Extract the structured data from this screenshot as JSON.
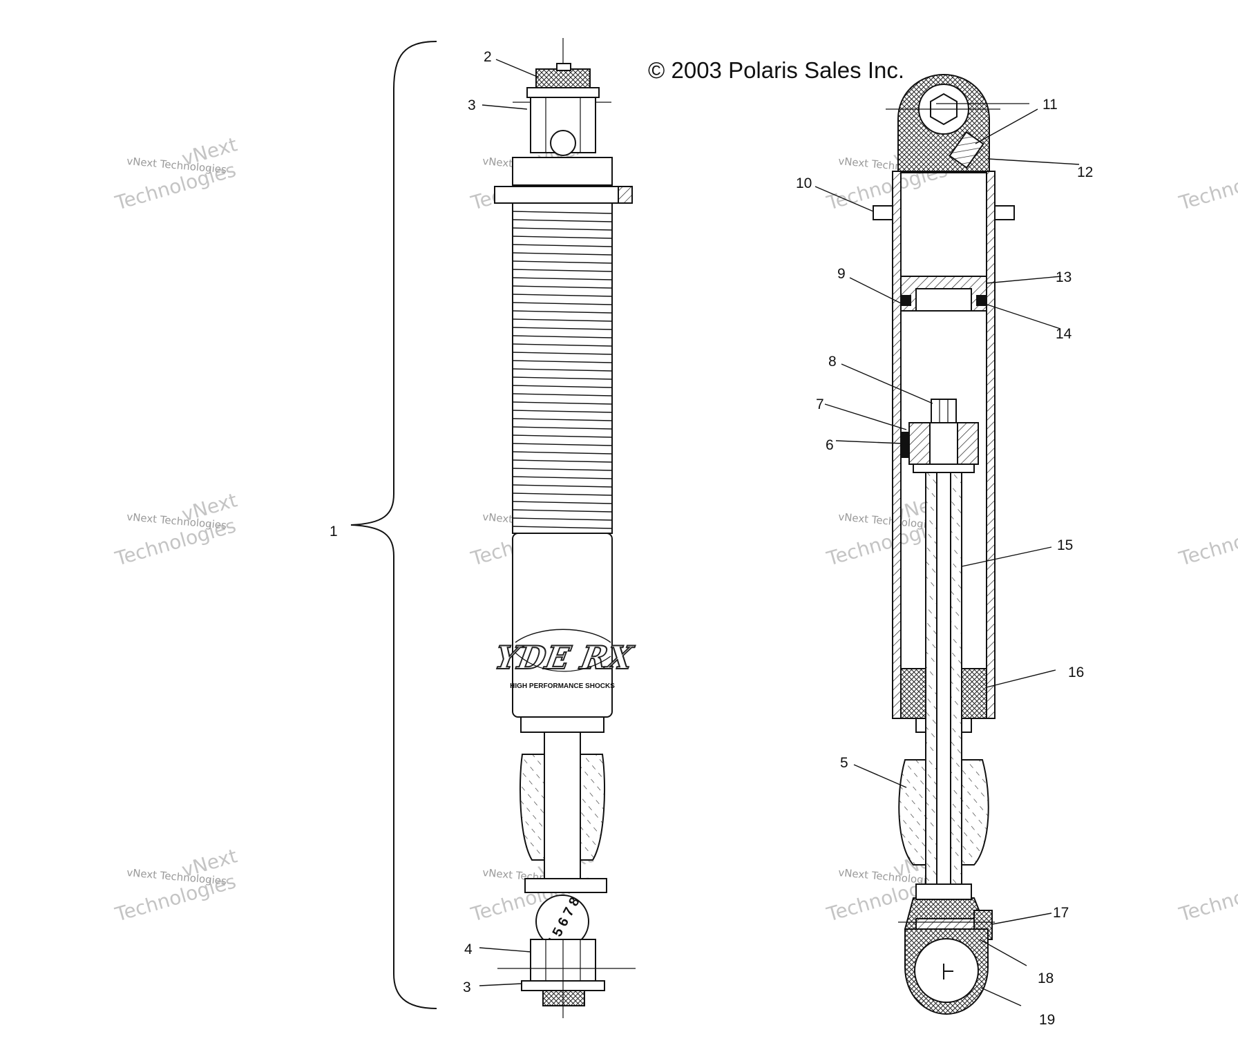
{
  "copyright": "© 2003 Polaris Sales Inc.",
  "brand": {
    "logo_text": "YDE RX",
    "tagline": "HIGH PERFORMANCE SHOCKS",
    "eye_stamp": "4 5 6 7 8"
  },
  "watermark": {
    "line1": "vNext",
    "line2": "Technologies",
    "small": "vNext Technologies"
  },
  "callouts": {
    "c1": "1",
    "c2": "2",
    "c3a": "3",
    "c3b": "3",
    "c4": "4",
    "c5": "5",
    "c6": "6",
    "c7": "7",
    "c8": "8",
    "c9": "9",
    "c10": "10",
    "c11": "11",
    "c12": "12",
    "c13": "13",
    "c14": "14",
    "c15": "15",
    "c16": "16",
    "c17": "17",
    "c18": "18",
    "c19": "19"
  }
}
